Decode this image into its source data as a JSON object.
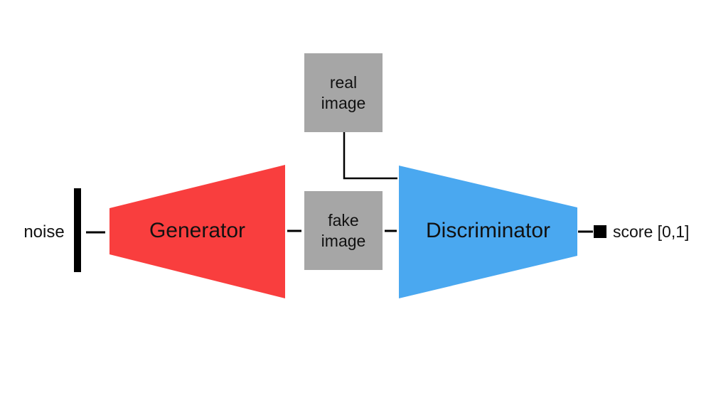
{
  "colors": {
    "background": "#ffffff",
    "generator": "#f93e3e",
    "discriminator": "#4aa8f0",
    "image_box": "#a6a6a6",
    "line": "#000000",
    "text": "#111111"
  },
  "nodes": {
    "noise": {
      "label": "noise"
    },
    "generator": {
      "label": "Generator"
    },
    "real_image": {
      "label": "real\nimage"
    },
    "fake_image": {
      "label": "fake\nimage"
    },
    "discriminator": {
      "label": "Discriminator"
    },
    "score": {
      "label": "score [0,1]"
    }
  }
}
